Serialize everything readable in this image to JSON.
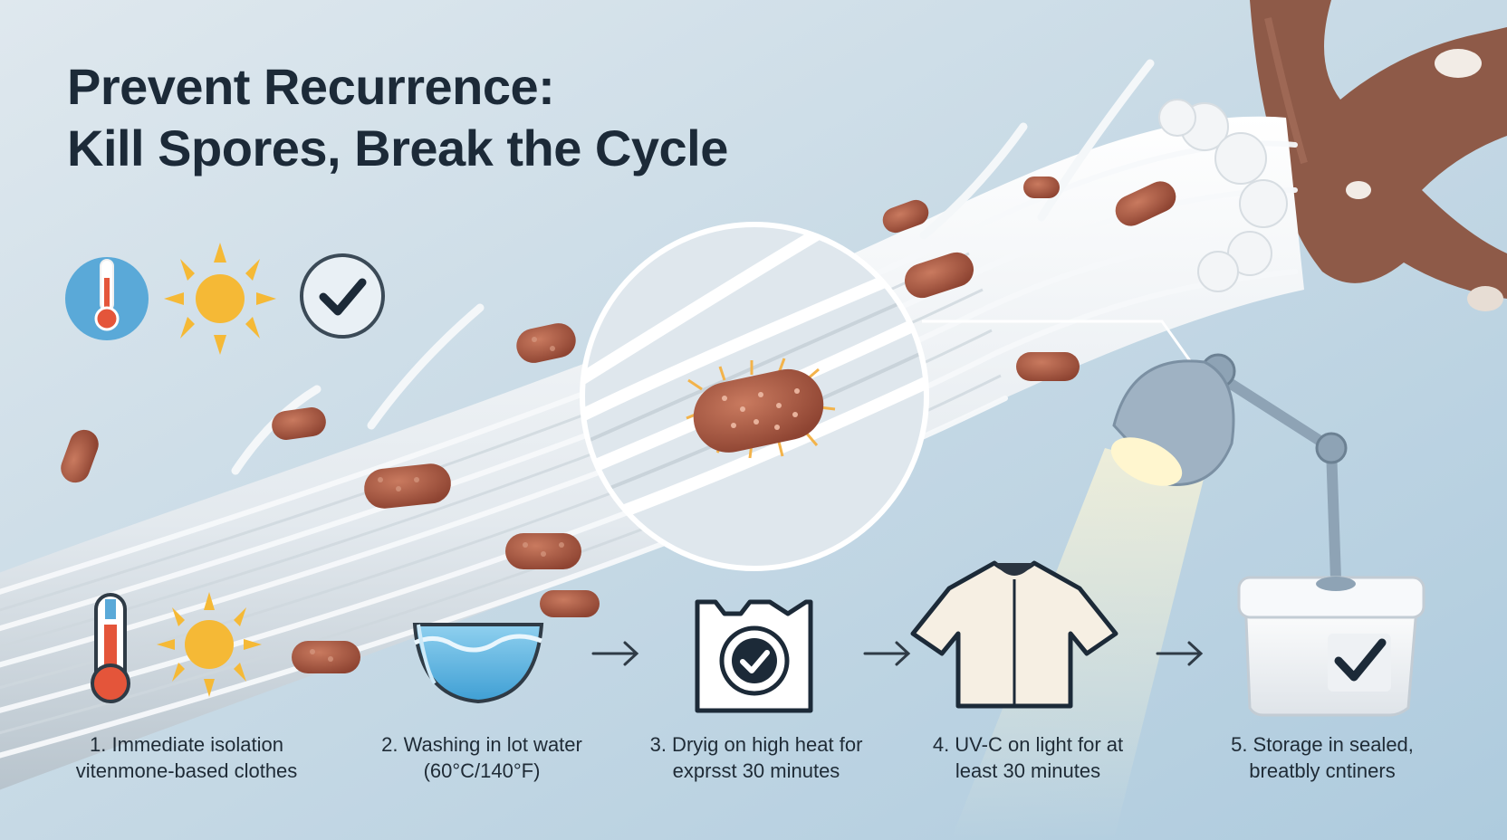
{
  "title": {
    "line1": "Prevent Recurrence:",
    "line2": "Kill Spores, Break the Cycle"
  },
  "top_icons": [
    "thermometer-icon",
    "sun-icon",
    "checkmark-icon"
  ],
  "steps": [
    {
      "line1": "1. Immediate isolation",
      "line2": "vitenmone-based clothes",
      "icons": [
        "thermometer-icon",
        "sun-icon"
      ]
    },
    {
      "line1": "2. Washing in lot water",
      "line2": "(60°C/140°F)",
      "icon": "water-basin-icon"
    },
    {
      "line1": "3. Dryig on high heat for",
      "line2": "exprsst 30 minutes",
      "icon": "dryer-check-icon"
    },
    {
      "line1": "4. UV-C on light for at",
      "line2": "least 30 minutes",
      "icon": "shirt-icon"
    },
    {
      "line1": "5. Storage in sealed,",
      "line2": "breatbly cntiners",
      "icon": "sealed-container-icon"
    }
  ],
  "arrows": [
    "arrow-right-icon",
    "arrow-right-icon",
    "arrow-right-icon"
  ],
  "colors": {
    "background": "#c9dbe6",
    "title_text": "#1c2a38",
    "fiber": "#e9eef2",
    "spore": "#a8573f",
    "accent_blue": "#4aa3d6",
    "accent_red": "#e4553a",
    "accent_yellow": "#f5b936",
    "check_dark": "#1c2a38"
  }
}
